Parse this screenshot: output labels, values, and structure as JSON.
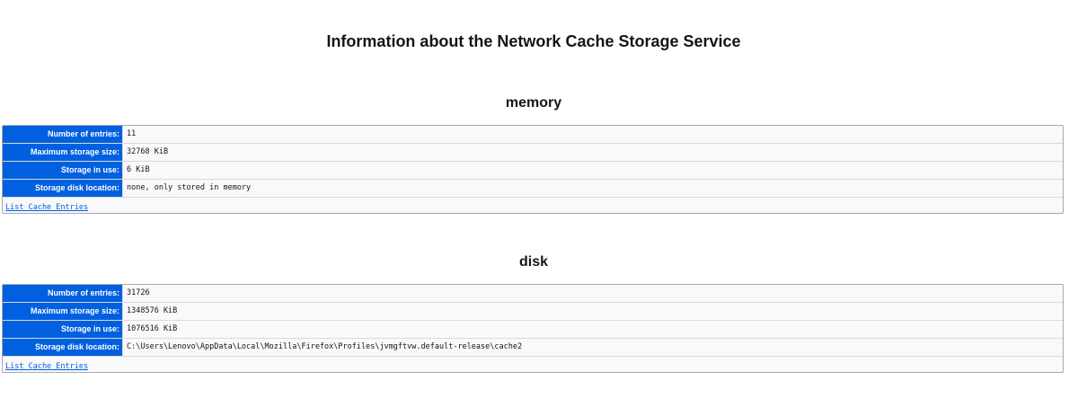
{
  "page": {
    "title": "Information about the Network Cache Storage Service"
  },
  "storages": [
    {
      "name": "memory",
      "rows": [
        {
          "label": "Number of entries:",
          "value": "11"
        },
        {
          "label": "Maximum storage size:",
          "value": "32768 KiB"
        },
        {
          "label": "Storage in use:",
          "value": "6 KiB"
        },
        {
          "label": "Storage disk location:",
          "value": "none, only stored in memory"
        }
      ],
      "link_label": "List Cache Entries"
    },
    {
      "name": "disk",
      "rows": [
        {
          "label": "Number of entries:",
          "value": "31726"
        },
        {
          "label": "Maximum storage size:",
          "value": "1348576 KiB"
        },
        {
          "label": "Storage in use:",
          "value": "1076516 KiB"
        },
        {
          "label": "Storage disk location:",
          "value": "C:\\Users\\Lenovo\\AppData\\Local\\Mozilla\\Firefox\\Profiles\\jvmgftvw.default-release\\cache2"
        }
      ],
      "link_label": "List Cache Entries"
    }
  ],
  "colors": {
    "label_background": "#0060df",
    "link": "#0060df",
    "table_background": "#f9f9fb"
  }
}
